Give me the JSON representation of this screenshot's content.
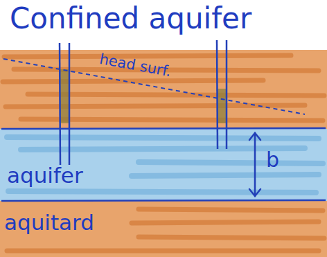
{
  "diagram": {
    "title": "Confined aquifer",
    "nodes": [
      {
        "text": [
          "aquifer"
        ]
      },
      {
        "text": [
          "aquitard"
        ]
      }
    ],
    "labels": [
      "head surf.",
      "b"
    ]
  }
}
